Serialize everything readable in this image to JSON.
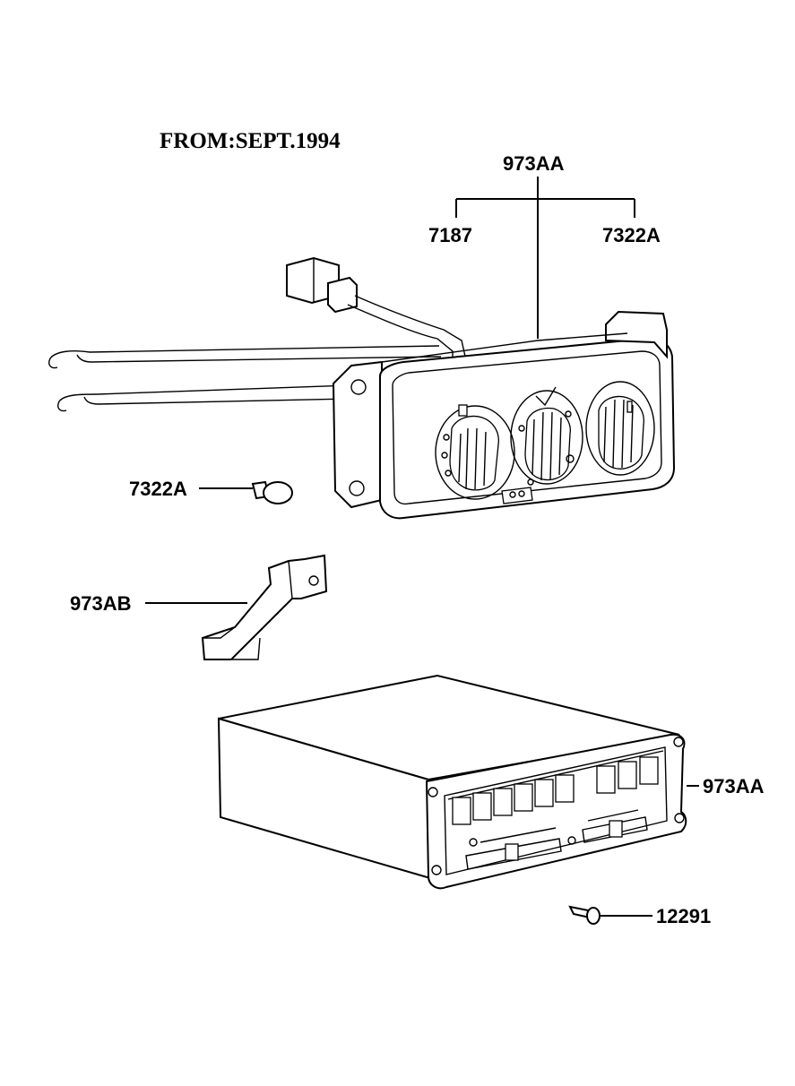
{
  "header": {
    "effective_from": "FROM:SEPT.1994"
  },
  "labels": {
    "control_assembly_top": "973AA",
    "knob": "7187",
    "bulb_top": "7322A",
    "bulb_side": "7322A",
    "bracket": "973AB",
    "control_assembly_bottom": "973AA",
    "screw": "12291"
  },
  "icons": [
    "wire-connector-icon",
    "cable-hook-icon",
    "rotary-knob-icon",
    "bulb-icon",
    "bracket-icon",
    "screw-icon",
    "slider-icon",
    "push-button-icon"
  ]
}
